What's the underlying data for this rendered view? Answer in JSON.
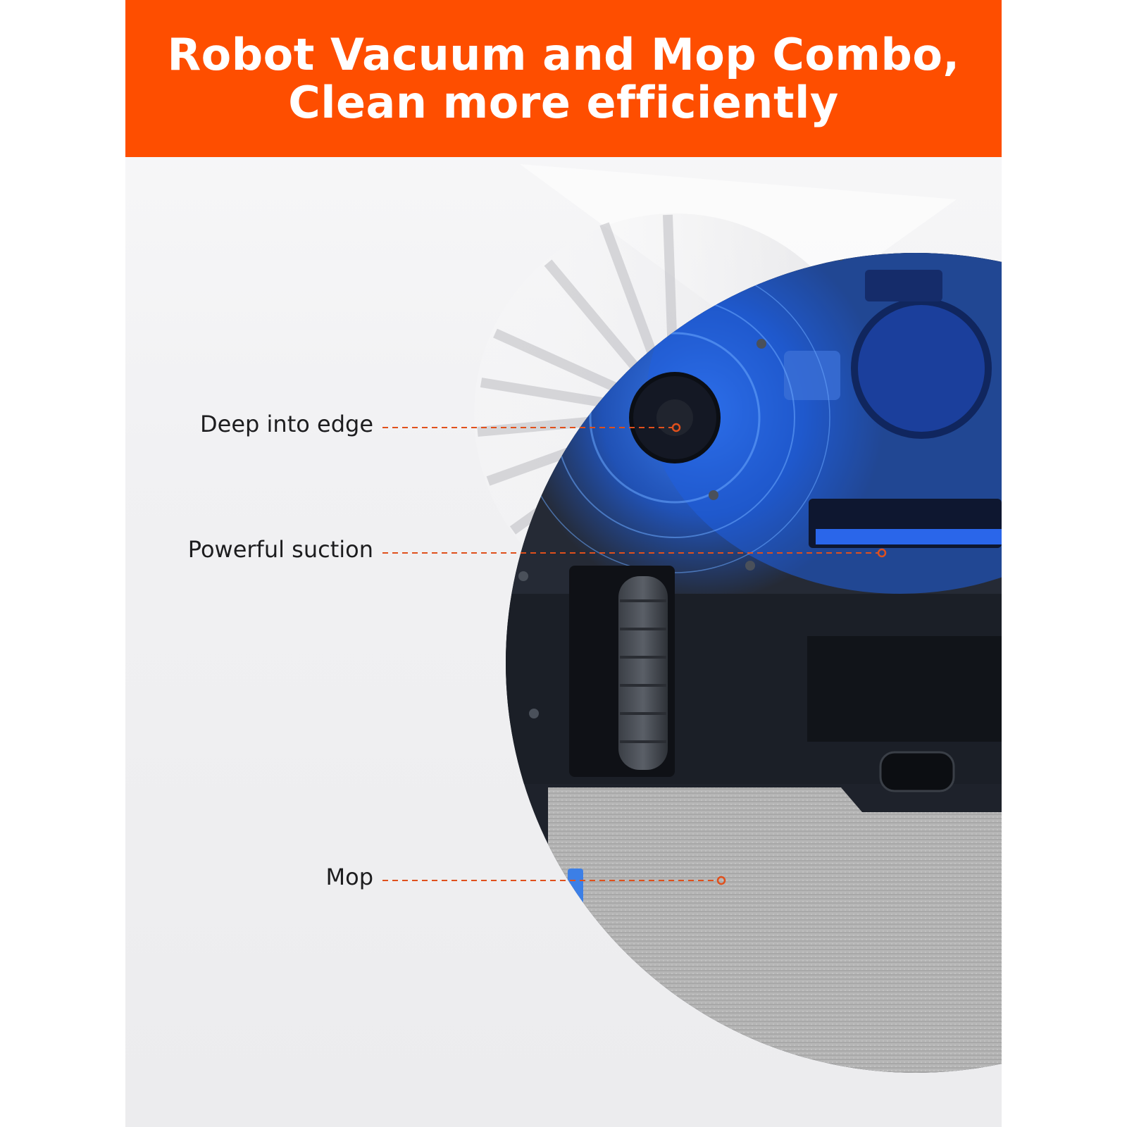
{
  "headline": {
    "line1": "Robot Vacuum and Mop Combo,",
    "line2": "Clean more efficiently"
  },
  "callouts": [
    {
      "label": "Deep into edge"
    },
    {
      "label": "Powerful suction"
    },
    {
      "label": "Mop"
    }
  ],
  "colors": {
    "banner": "#fe4e00",
    "headline_text": "#ffffff",
    "callout_text": "#1d1d1f",
    "leader_line": "#e0501c",
    "robot_body": "#1e222b",
    "glow_blue": "#1f5fe0",
    "mop_pad": "#b9b9b9"
  }
}
